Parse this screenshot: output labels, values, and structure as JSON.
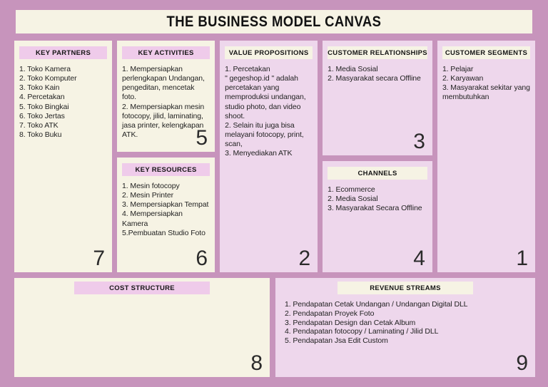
{
  "title": "THE BUSINESS MODEL CANVAS",
  "colors": {
    "background": "#c794bc",
    "cream": "#f6f3e4",
    "pink": "#eed7ec",
    "header_pink": "#efcbea",
    "text": "#1d1d1d"
  },
  "sections": {
    "key_partners": {
      "label": "KEY PARTNERS",
      "number": "7",
      "items": [
        "1. Toko Kamera",
        "2. Toko Komputer",
        "3. Toko Kain",
        "4. Percetakan",
        "5. Toko Bingkai",
        "6. Toko Jertas",
        "7. Toko ATK",
        "8. Toko Buku"
      ]
    },
    "key_activities": {
      "label": "KEY ACTIVITIES",
      "number": "5",
      "items": [
        "1. Mempersiapkan perlengkapan Undangan, pengeditan, mencetak foto.",
        "2. Mempersiapkan mesin fotocopy, jilid, laminating, jasa printer, kelengkapan ATK."
      ]
    },
    "key_resources": {
      "label": "KEY RESOURCES",
      "number": "6",
      "items": [
        "1. Mesin fotocopy",
        "2. Mesin Printer",
        "3. Mempersiapkan Tempat",
        "4. Mempersiapkan Kamera",
        "5.Pembuatan Studio Foto"
      ]
    },
    "value_propositions": {
      "label": "VALUE PROPOSITIONS",
      "number": "2",
      "items": [
        "1. Percetakan",
        "\" gegeshop.id \" adalah percetakan yang memproduksi undangan, studio photo, dan video shoot.",
        "2. Selain itu juga bisa melayani fotocopy, print, scan,",
        "3. Menyediakan ATK"
      ]
    },
    "customer_relationships": {
      "label": "CUSTOMER RELATIONSHIPS",
      "number": "3",
      "items": [
        "1. Media Sosial",
        "2. Masyarakat secara Offline"
      ]
    },
    "channels": {
      "label": "CHANNELS",
      "number": "4",
      "items": [
        "1. Ecommerce",
        "2. Media Sosial",
        "3. Masyarakat Secara Offline"
      ]
    },
    "customer_segments": {
      "label": "CUSTOMER SEGMENTS",
      "number": "1",
      "items": [
        "1. Pelajar",
        "2. Karyawan",
        "3. Masyarakat sekitar yang membutuhkan"
      ]
    },
    "cost_structure": {
      "label": "COST STRUCTURE",
      "number": "8",
      "items": []
    },
    "revenue_streams": {
      "label": "REVENUE STREAMS",
      "number": "9",
      "items": [
        "1. Pendapatan Cetak Undangan / Undangan Digital DLL",
        "2. Pendapatan Proyek Foto",
        "3. Pendapatan Design dan Cetak Album",
        "4. Pendapatan fotocopy / Laminating / Jilid DLL",
        "5. Pendapatan Jsa Edit Custom"
      ]
    }
  }
}
